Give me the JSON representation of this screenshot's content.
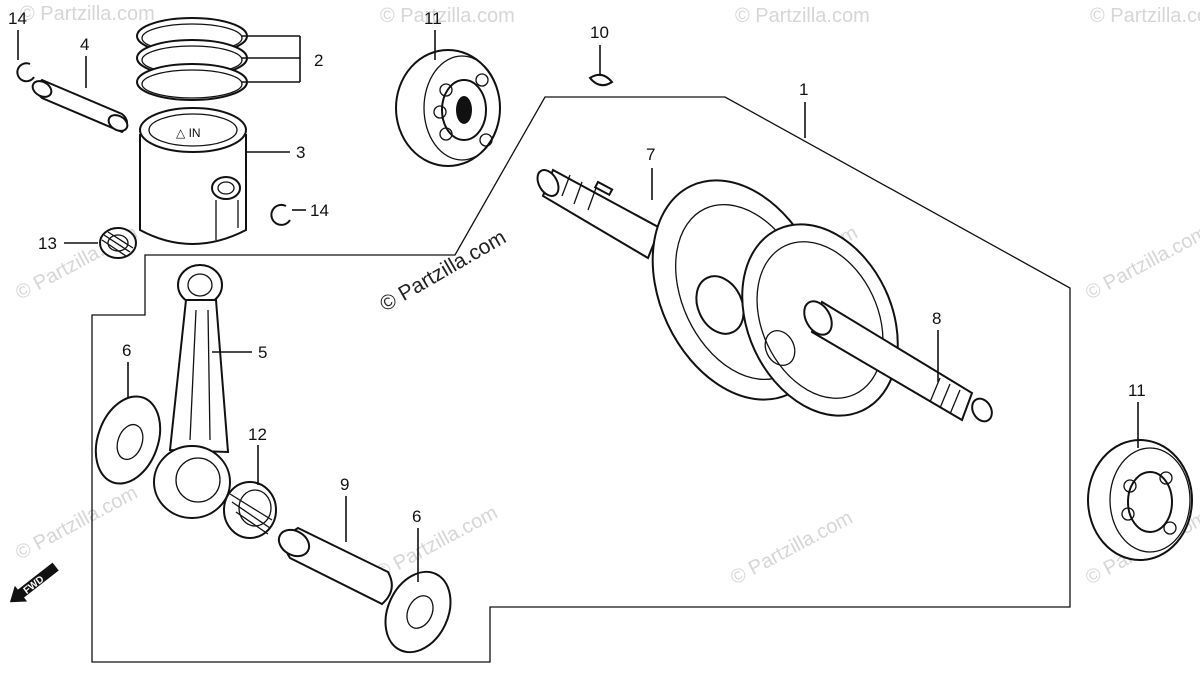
{
  "watermarks": {
    "main": "© Partzilla.com",
    "faint": "© Partzilla.com"
  },
  "callouts": {
    "c1": "1",
    "c2": "2",
    "c3": "3",
    "c4": "4",
    "c5": "5",
    "c6a": "6",
    "c6b": "6",
    "c7": "7",
    "c8": "8",
    "c9": "9",
    "c10": "10",
    "c11a": "11",
    "c11b": "11",
    "c12": "12",
    "c13": "13",
    "c14a": "14",
    "c14b": "14"
  },
  "fwd_label": "FWD",
  "colors": {
    "ink": "#111111",
    "watermark": "#d6d6d6",
    "background": "#ffffff"
  }
}
